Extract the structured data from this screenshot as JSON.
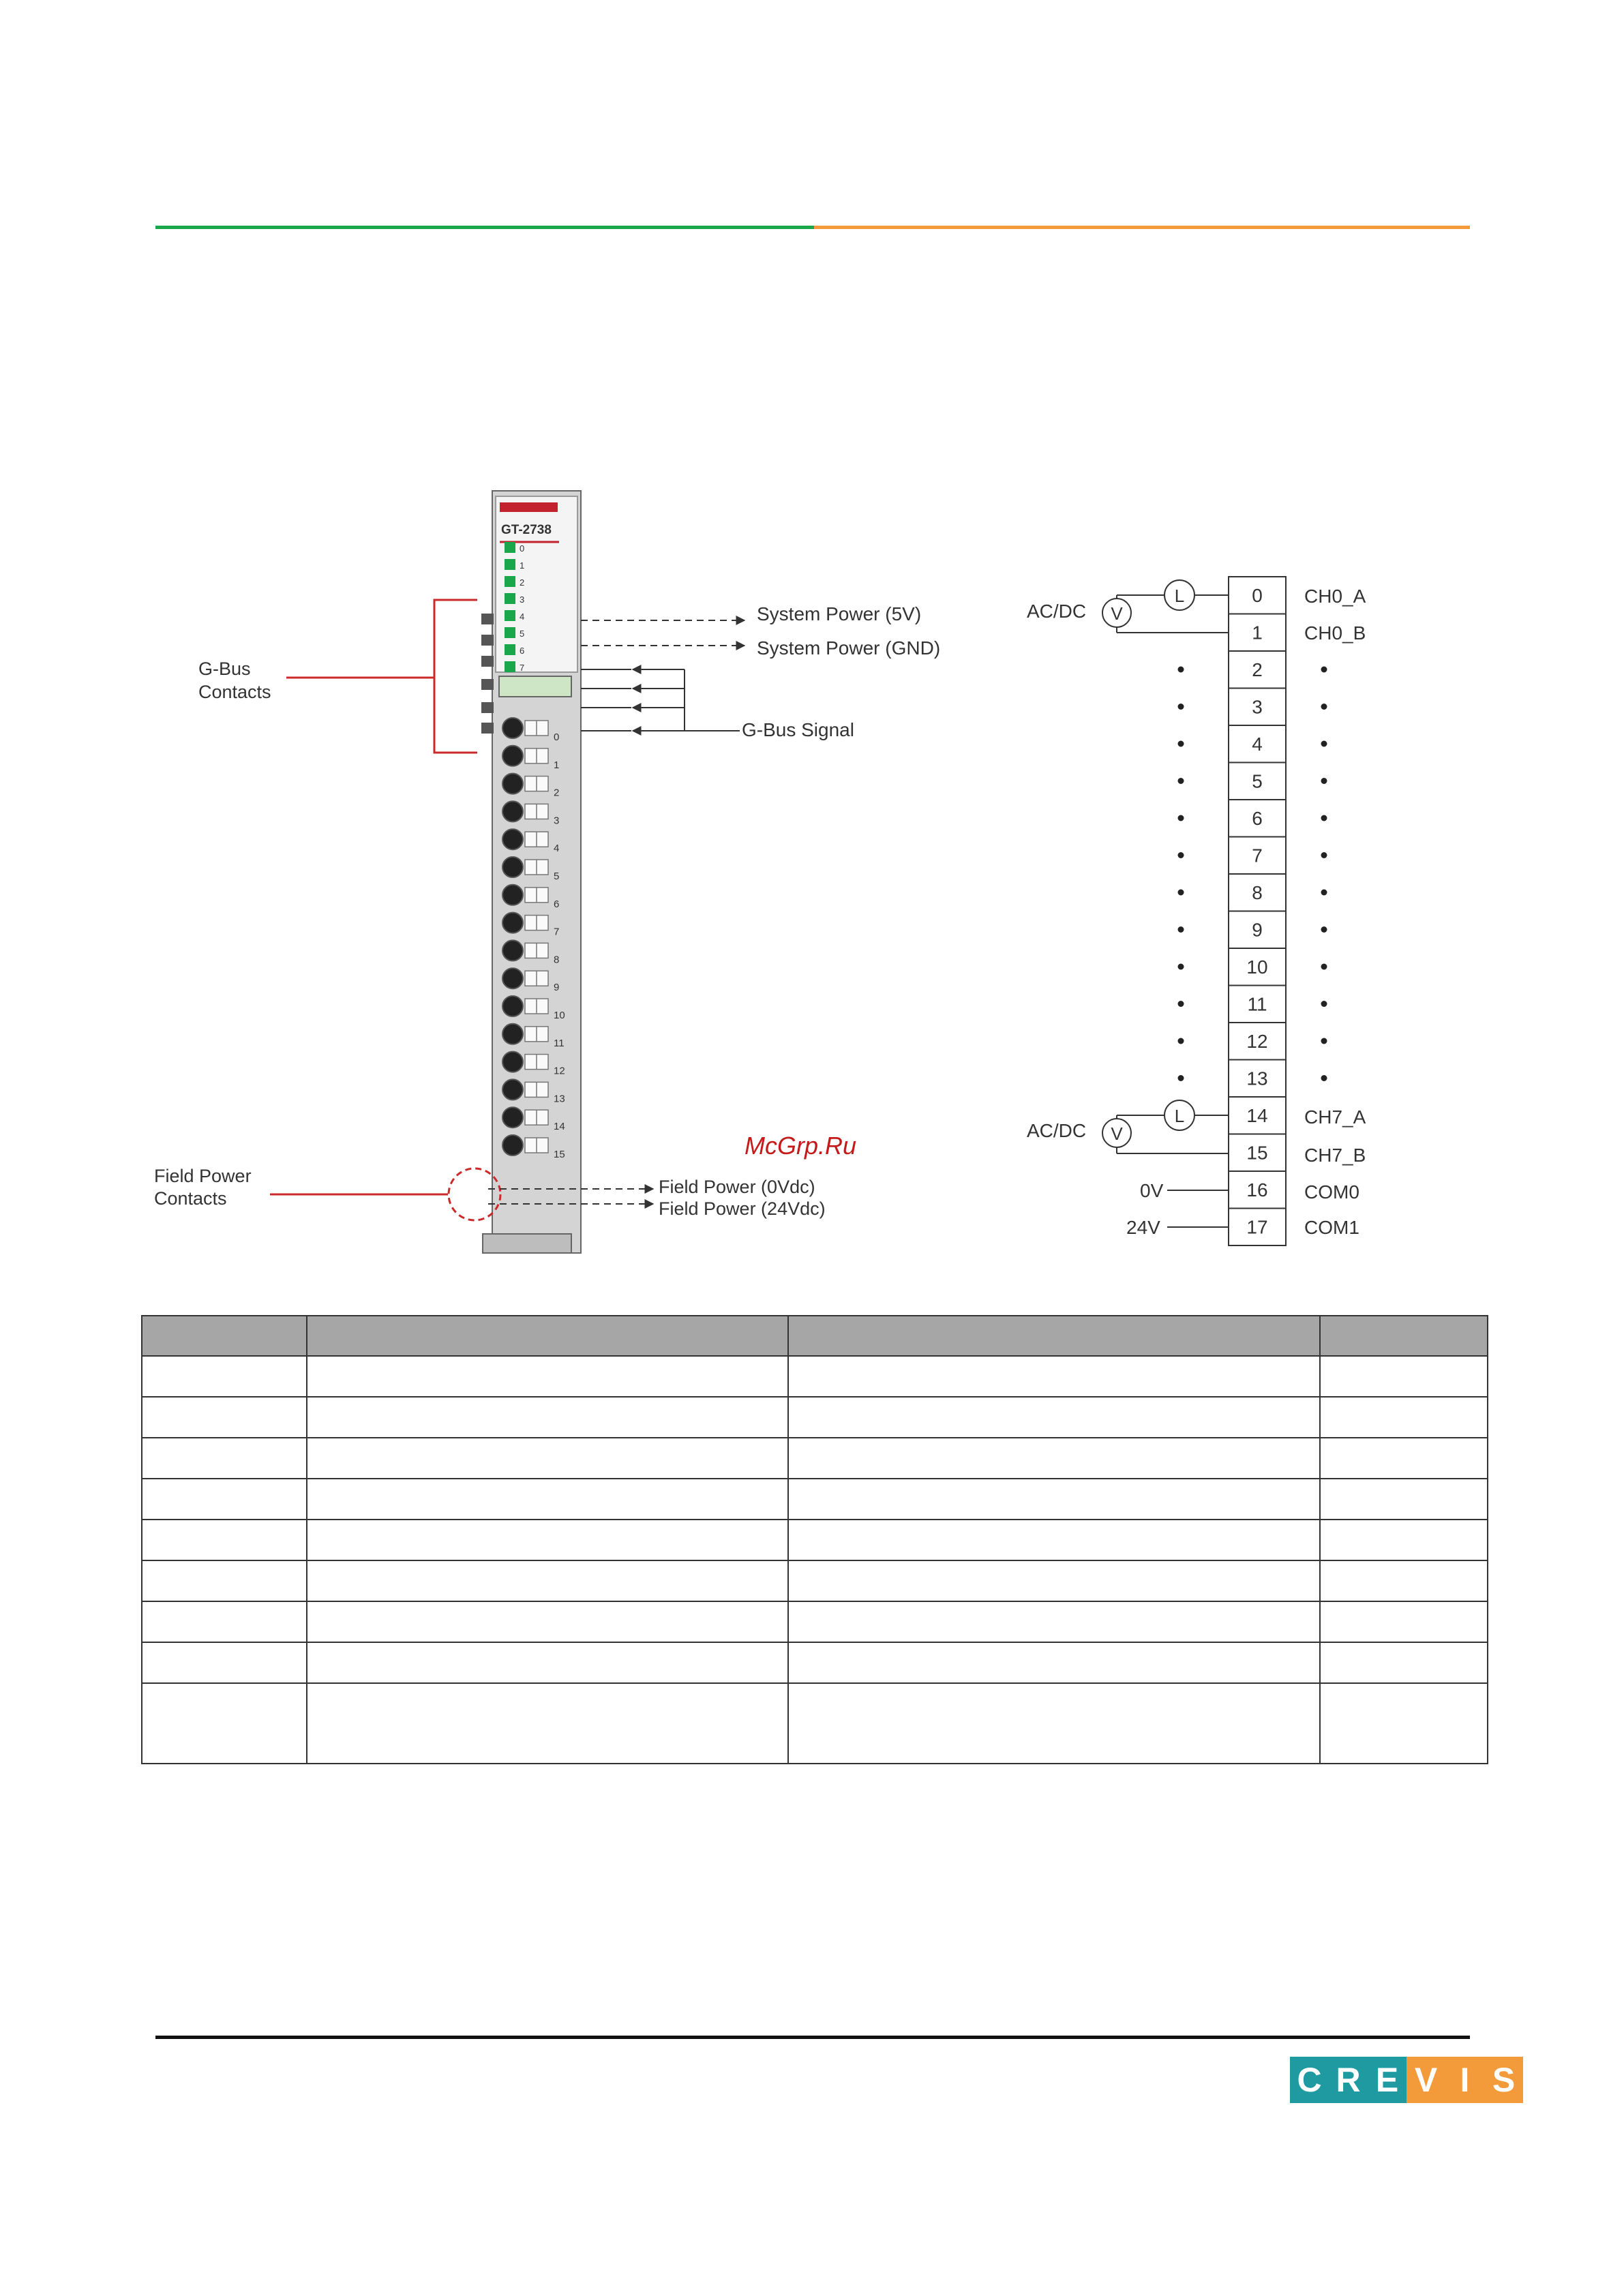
{
  "module": {
    "model": "GT-2738",
    "leds": [
      "0",
      "1",
      "2",
      "3",
      "4",
      "5",
      "6",
      "7"
    ],
    "terminal_numbers": [
      "0",
      "1",
      "2",
      "3",
      "4",
      "5",
      "6",
      "7",
      "8",
      "9",
      "10",
      "11",
      "12",
      "13",
      "14",
      "15"
    ]
  },
  "callouts": {
    "gbus_contacts": [
      "G-Bus",
      "Contacts"
    ],
    "system_power_5v": "System Power (5V)",
    "system_power_gnd": "System Power (GND)",
    "gbus_signal": "G-Bus Signal",
    "field_power_contacts": [
      "Field Power",
      "Contacts"
    ],
    "field_power_0v": "Field Power (0Vdc)",
    "field_power_24v": "Field Power (24Vdc)"
  },
  "wiring": {
    "terminals": [
      "0",
      "1",
      "2",
      "3",
      "4",
      "5",
      "6",
      "7",
      "8",
      "9",
      "10",
      "11",
      "12",
      "13",
      "14",
      "15",
      "16",
      "17"
    ],
    "ch0_a": "CH0_A",
    "ch0_b": "CH0_B",
    "ch7_a": "CH7_A",
    "ch7_b": "CH7_B",
    "com0": "COM0",
    "com1": "COM1",
    "acdc": "AC/DC",
    "voltmeter": "V",
    "load": "L",
    "v0": "0V",
    "v24": "24V"
  },
  "watermark": "McGrp.Ru",
  "logo": {
    "letters": [
      "C",
      "R",
      "E",
      "V",
      "I",
      "S"
    ],
    "colors": {
      "teal": "#1f9aa1",
      "orange": "#f39a3a"
    }
  },
  "header_colors": {
    "green": "#1aa64a",
    "orange": "#f39a3a"
  }
}
